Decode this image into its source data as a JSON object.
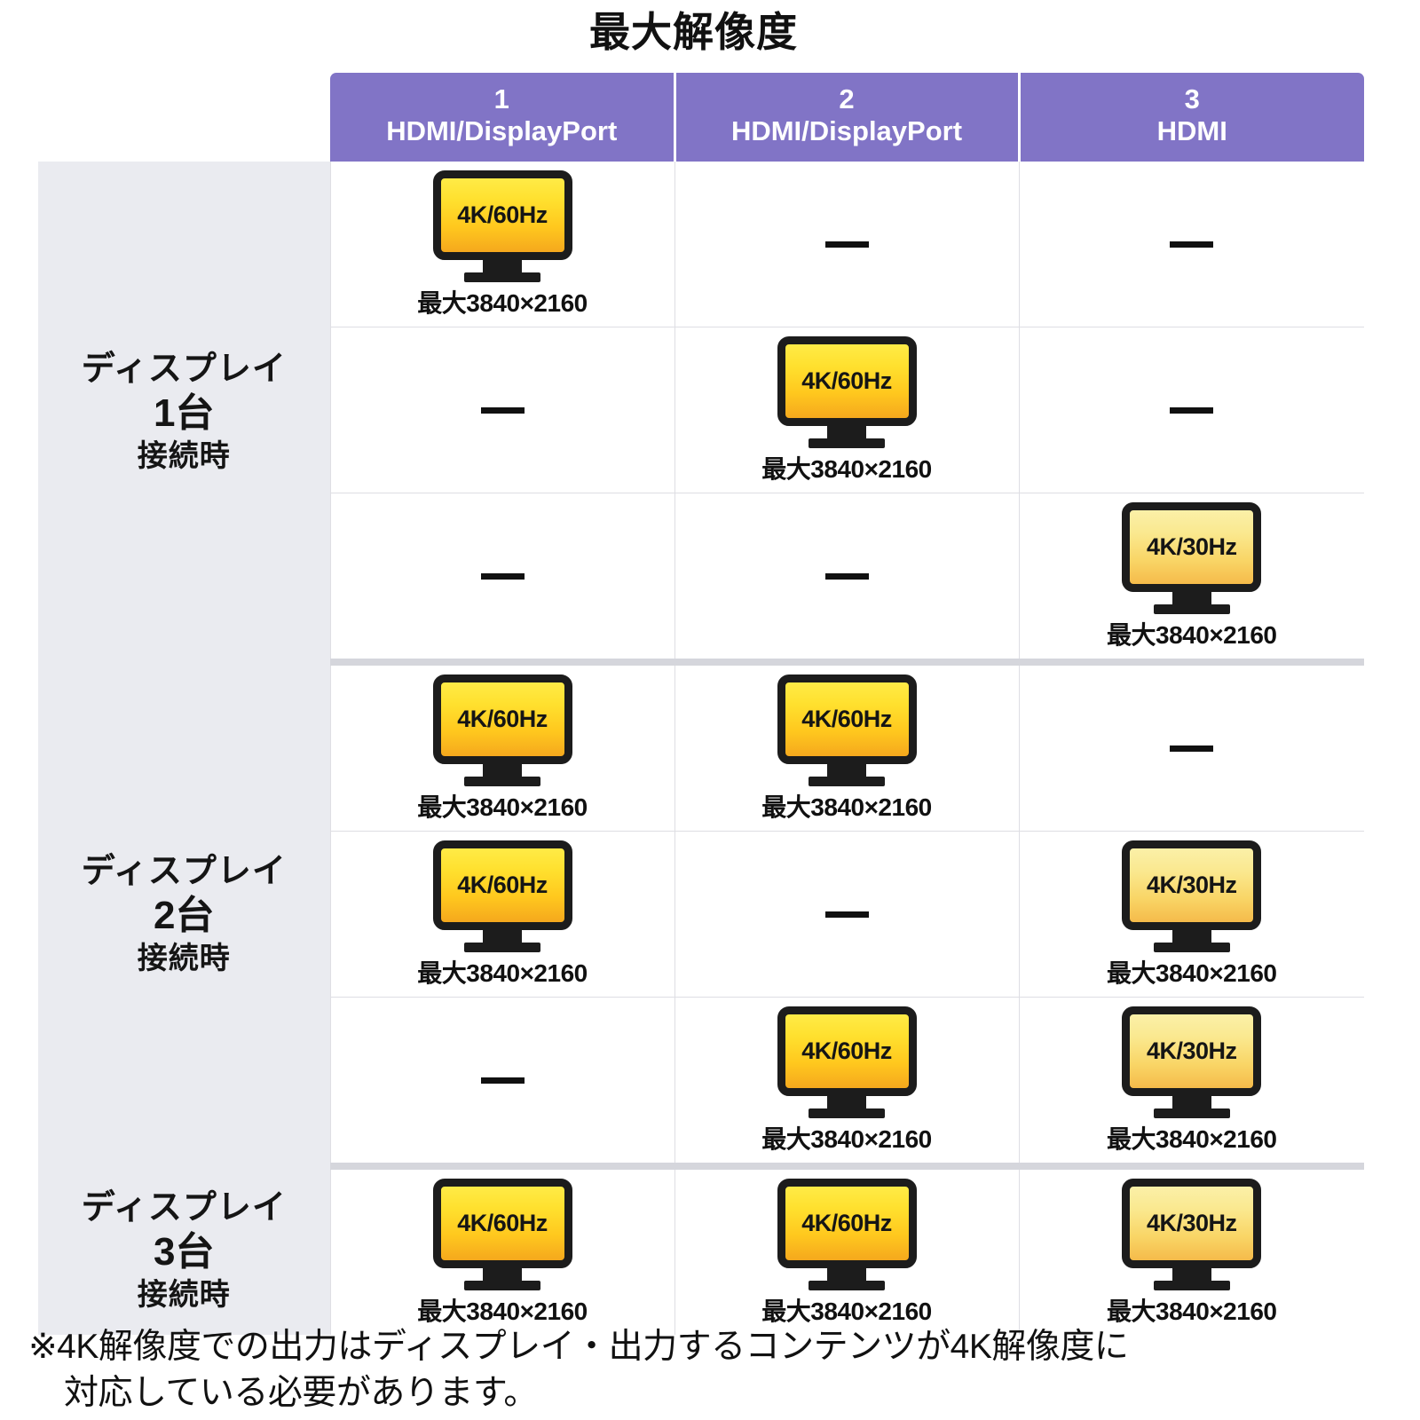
{
  "title": "最大解像度",
  "colors": {
    "header_purple": "#8174c6",
    "row_label_bg": "#eaebf0",
    "grid_line": "#dedee3",
    "group_separator": "#d5d6dc",
    "screen_yellow_60hz_top": "#ffeb47",
    "screen_yellow_60hz_bottom": "#f5a81d",
    "screen_yellow_30hz_top": "#fbf0a8",
    "screen_yellow_30hz_bottom": "#f5bb4a",
    "bezel_dark": "#1c1c1c"
  },
  "header": {
    "corner": "",
    "columns": [
      {
        "number": "1",
        "ports": "HDMI/DisplayPort"
      },
      {
        "number": "2",
        "ports": "HDMI/DisplayPort"
      },
      {
        "number": "3",
        "ports": "HDMI"
      }
    ]
  },
  "row_groups": [
    {
      "label": {
        "line1": "ディスプレイ",
        "line2": "1台",
        "line3": "接続時"
      },
      "rows": [
        {
          "cells": [
            {
              "type": "monitor",
              "rate": "4K/60Hz",
              "caption": "最大3840×2160",
              "variant": "60hz"
            },
            {
              "type": "dash",
              "value": "—"
            },
            {
              "type": "dash",
              "value": "—"
            }
          ]
        },
        {
          "cells": [
            {
              "type": "dash",
              "value": "—"
            },
            {
              "type": "monitor",
              "rate": "4K/60Hz",
              "caption": "最大3840×2160",
              "variant": "60hz"
            },
            {
              "type": "dash",
              "value": "—"
            }
          ]
        },
        {
          "cells": [
            {
              "type": "dash",
              "value": "—"
            },
            {
              "type": "dash",
              "value": "—"
            },
            {
              "type": "monitor",
              "rate": "4K/30Hz",
              "caption": "最大3840×2160",
              "variant": "30hz"
            }
          ]
        }
      ]
    },
    {
      "label": {
        "line1": "ディスプレイ",
        "line2": "2台",
        "line3": "接続時"
      },
      "rows": [
        {
          "cells": [
            {
              "type": "monitor",
              "rate": "4K/60Hz",
              "caption": "最大3840×2160",
              "variant": "60hz"
            },
            {
              "type": "monitor",
              "rate": "4K/60Hz",
              "caption": "最大3840×2160",
              "variant": "60hz"
            },
            {
              "type": "dash",
              "value": "—"
            }
          ]
        },
        {
          "cells": [
            {
              "type": "monitor",
              "rate": "4K/60Hz",
              "caption": "最大3840×2160",
              "variant": "60hz"
            },
            {
              "type": "dash",
              "value": "—"
            },
            {
              "type": "monitor",
              "rate": "4K/30Hz",
              "caption": "最大3840×2160",
              "variant": "30hz"
            }
          ]
        },
        {
          "cells": [
            {
              "type": "dash",
              "value": "—"
            },
            {
              "type": "monitor",
              "rate": "4K/60Hz",
              "caption": "最大3840×2160",
              "variant": "60hz"
            },
            {
              "type": "monitor",
              "rate": "4K/30Hz",
              "caption": "最大3840×2160",
              "variant": "30hz"
            }
          ]
        }
      ]
    },
    {
      "label": {
        "line1": "ディスプレイ",
        "line2": "3台",
        "line3": "接続時"
      },
      "rows": [
        {
          "cells": [
            {
              "type": "monitor",
              "rate": "4K/60Hz",
              "caption": "最大3840×2160",
              "variant": "60hz"
            },
            {
              "type": "monitor",
              "rate": "4K/60Hz",
              "caption": "最大3840×2160",
              "variant": "60hz"
            },
            {
              "type": "monitor",
              "rate": "4K/30Hz",
              "caption": "最大3840×2160",
              "variant": "30hz"
            }
          ]
        }
      ]
    }
  ],
  "footnote": {
    "line1": "※4K解像度での出力はディスプレイ・出力するコンテンツが4K解像度に",
    "line2": "対応している必要があります。"
  }
}
